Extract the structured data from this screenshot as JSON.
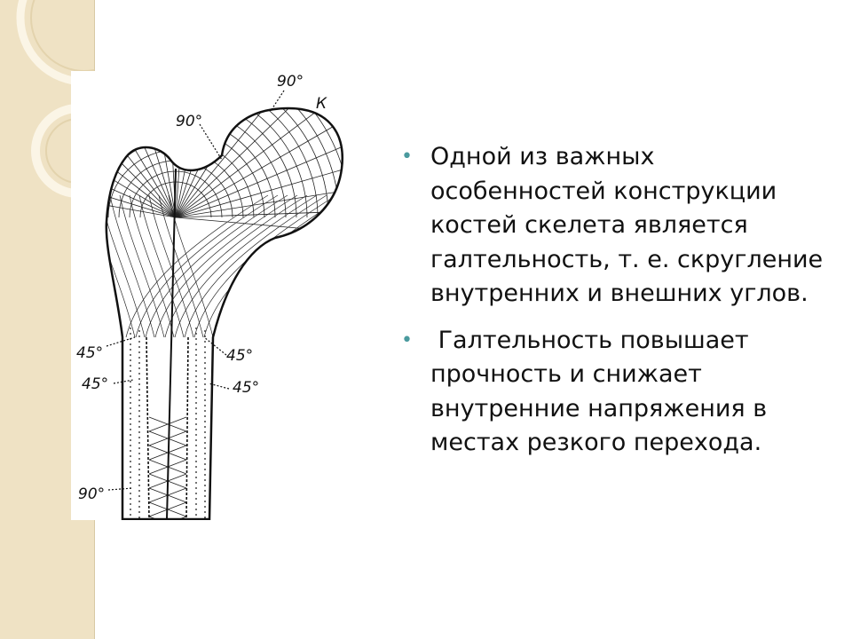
{
  "diagram": {
    "labels": {
      "k": "К",
      "top_right_angle": "90°",
      "top_left_angle": "90°",
      "left_upper": "45°",
      "left_lower": "45°",
      "right_upper": "45°",
      "right_lower": "45°",
      "bottom": "90°"
    }
  },
  "text": {
    "bullets": [
      "Одной из важных особенностей конструкции костей скелета является галтельность, т. е. скругление внутренних и внешних углов.",
      " Галтельность повышает прочность и снижает внутренние напряжения в местах резкого перехода."
    ],
    "bullet_symbol": "•"
  },
  "colors": {
    "side_strip": "#efe2c4",
    "bullet": "#4a9a9e",
    "text": "#111111"
  }
}
